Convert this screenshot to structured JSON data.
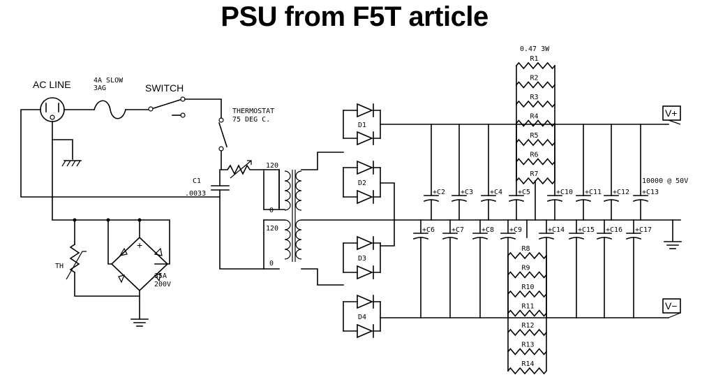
{
  "title": "PSU from F5T article",
  "labels": {
    "ac_line": "AC LINE",
    "fuse": "4A SLOW",
    "fuse_type": "3AG",
    "switch": "SWITCH",
    "thermostat": "THERMOSTAT",
    "thermostat_temp": "75 DEG C.",
    "c1": "C1",
    "c1_value": ".0033",
    "xfmr_pri_top": "120",
    "xfmr_pri_bot": "0",
    "xfmr_sec_top": "120",
    "xfmr_sec_bot": "0",
    "th": "TH",
    "bridge_plus": "+",
    "bridge_rating": "35A",
    "bridge_voltage": "200V",
    "resistor_rating": "0.47 3W",
    "cap_rating": "10000 @ 50V",
    "vplus": "V+",
    "vminus": "V−"
  },
  "diodes": [
    "D1",
    "D2",
    "D3",
    "D4"
  ],
  "upper_resistors": [
    "R1",
    "R2",
    "R3",
    "R4",
    "R5",
    "R6",
    "R7"
  ],
  "lower_resistors": [
    "R8",
    "R9",
    "R10",
    "R11",
    "R12",
    "R13",
    "R14"
  ],
  "upper_caps_left": [
    "C2",
    "C3",
    "C4",
    "C5"
  ],
  "upper_caps_right": [
    "C10",
    "C11",
    "C12",
    "C13"
  ],
  "lower_caps_left": [
    "C6",
    "C7",
    "C8",
    "C9"
  ],
  "lower_caps_right": [
    "C14",
    "C15",
    "C16",
    "C17"
  ]
}
